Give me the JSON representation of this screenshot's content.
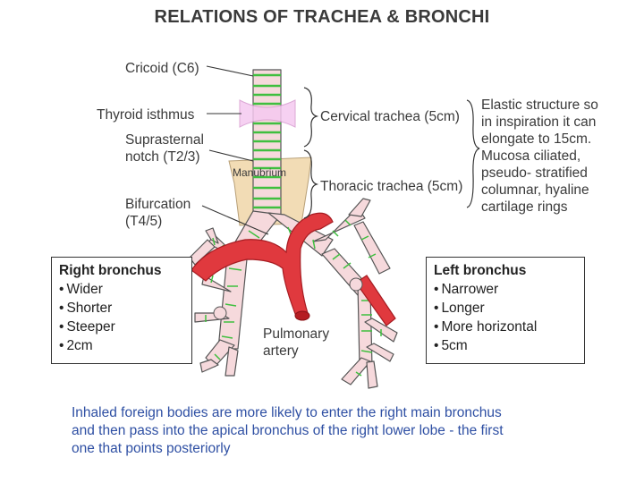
{
  "title": "RELATIONS OF TRACHEA & BRONCHI",
  "labels": {
    "cricoid": "Cricoid (C6)",
    "thyroid": "Thyroid isthmus",
    "suprasternal_1": "Suprasternal",
    "suprasternal_2": "notch (T2/3)",
    "manubrium": "Manubrium",
    "bifurcation_1": "Bifurcation",
    "bifurcation_2": "(T4/5)",
    "cervical": "Cervical trachea (5cm)",
    "thoracic": "Thoracic trachea (5cm)",
    "pulmonary_1": "Pulmonary",
    "pulmonary_2": "artery"
  },
  "elastic_note": [
    "Elastic structure so",
    "in inspiration it can",
    "elongate to 15cm.",
    "Mucosa ciliated,",
    "pseudo- stratified",
    "columnar, hyaline",
    "cartilage rings"
  ],
  "right_bronchus": {
    "heading": "Right bronchus",
    "items": [
      "Wider",
      "Shorter",
      "Steeper",
      "2cm"
    ]
  },
  "left_bronchus": {
    "heading": "Left bronchus",
    "items": [
      "Narrower",
      "Longer",
      "More horizontal",
      "5cm"
    ]
  },
  "footer": [
    "Inhaled foreign bodies are more likely to enter the right main bronchus",
    "and then pass into the apical bronchus of the right lower lobe - the first",
    "one that points posteriorly"
  ],
  "colors": {
    "airway_fill": "#f6d9dc",
    "cartilage_ring": "#3fbf3f",
    "artery": "#e0393e",
    "manubrium": "#f2dcb5",
    "thyroid": "#f5c9f0",
    "note_text": "#2e4fa3"
  }
}
